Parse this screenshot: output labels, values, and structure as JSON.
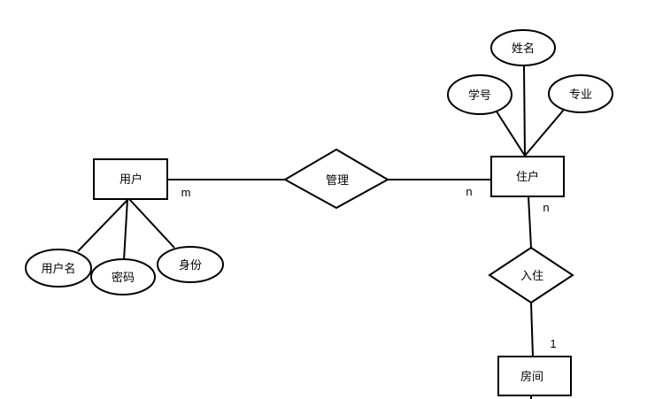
{
  "colors": {
    "background": "#ffffff",
    "line": "#000000",
    "text": "#000000",
    "shape_fill": "#ffffff"
  },
  "nodes": {
    "user_entity": {
      "label": "用户",
      "type": "entity"
    },
    "resident_entity": {
      "label": "住户",
      "type": "entity"
    },
    "room_entity": {
      "label": "房间",
      "type": "entity"
    },
    "manage_relationship": {
      "label": "管理",
      "type": "relationship"
    },
    "checkin_relationship": {
      "label": "入住",
      "type": "relationship"
    },
    "username_attribute": {
      "label": "用户名",
      "type": "attribute"
    },
    "password_attribute": {
      "label": "密码",
      "type": "attribute"
    },
    "identity_attribute": {
      "label": "身份",
      "type": "attribute"
    },
    "student_id_attribute": {
      "label": "学号",
      "type": "attribute"
    },
    "name_attribute": {
      "label": "姓名",
      "type": "attribute"
    },
    "major_attribute": {
      "label": "专业",
      "type": "attribute"
    }
  },
  "cardinalities": {
    "user_manage": "m",
    "manage_resident": "n",
    "resident_checkin": "n",
    "checkin_room": "1"
  }
}
